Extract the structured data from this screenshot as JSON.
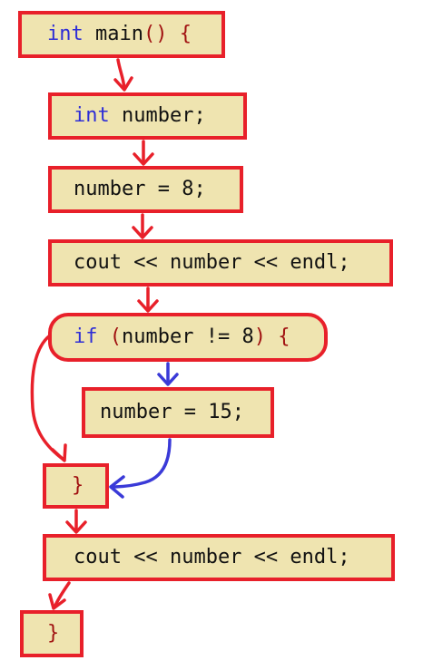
{
  "nodes": {
    "main_open": {
      "kw": "int",
      "rest": " main",
      "brace": "() {"
    },
    "declare": {
      "kw": "int",
      "rest": " number;"
    },
    "assign8": {
      "text": "number = 8;"
    },
    "cout1": {
      "text": "cout << number << endl;"
    },
    "if_stmt": {
      "kw": "if",
      "p1": " (",
      "mid": "number != 8",
      "p2": ")",
      "brace": " {"
    },
    "assign15": {
      "text": "number = 15;"
    },
    "close_if": {
      "text": "}"
    },
    "cout2": {
      "text": "cout << number << endl;"
    },
    "close_main": {
      "text": "}"
    }
  },
  "colors": {
    "box_fill": "#efe4b0",
    "box_border": "#e8202a",
    "keyword": "#2d2dd6",
    "brace": "#a01010",
    "arrow_red": "#e8202a",
    "arrow_blue": "#3a3ad8"
  }
}
